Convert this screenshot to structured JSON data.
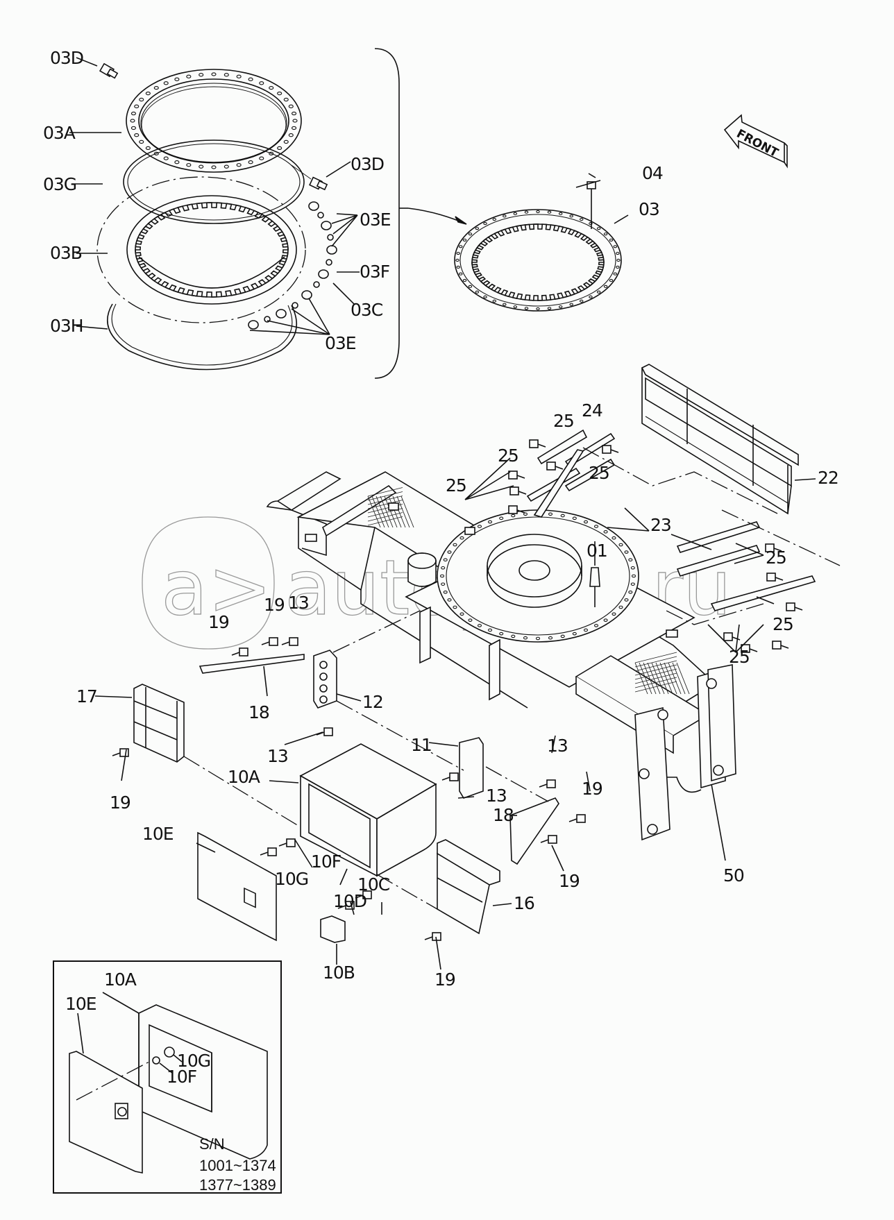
{
  "diagram": {
    "type": "exploded-parts-diagram",
    "subject": "Excavator undercarriage track frame with swing bearing",
    "background": "#fbfcfb",
    "line_color": "#111111"
  },
  "direction_indicator": {
    "text": "FRONT"
  },
  "watermark": {
    "text": "autopiter.ru",
    "prefix": "a>"
  },
  "callouts": {
    "c03D_top": "03D",
    "c03A": "03A",
    "c03G": "03G",
    "c03B": "03B",
    "c03H": "03H",
    "c03D_right": "03D",
    "c03E_top": "03E",
    "c03F": "03F",
    "c03C": "03C",
    "c03E_bottom": "03E",
    "c04": "04",
    "c03": "03",
    "c25_a": "25",
    "c24": "24",
    "c25_b": "25",
    "c25_c": "25",
    "c25_d": "25",
    "c22": "22",
    "c23": "23",
    "c01": "01",
    "c25_e": "25",
    "c25_f": "25",
    "c25_g": "25",
    "c19_a": "19",
    "c19_b": "19",
    "c13_a": "13",
    "c17": "17",
    "c18_a": "18",
    "c12": "12",
    "c19_c": "19",
    "c13_b": "13",
    "c10A": "10A",
    "c11": "11",
    "c13_c": "13",
    "c13_d": "13",
    "c19_d": "19",
    "c18_b": "18",
    "c50": "50",
    "c10E": "10E",
    "c10F": "10F",
    "c10G": "10G",
    "c10C": "10C",
    "c10D": "10D",
    "c19_e": "19",
    "c16": "16",
    "c10B": "10B",
    "c19_f": "19"
  },
  "inset": {
    "labels": {
      "c10A": "10A",
      "c10E": "10E",
      "c10G": "10G",
      "c10F": "10F"
    },
    "serial_label": "S/N",
    "serial_ranges": [
      "1001~1374",
      "1377~1389"
    ]
  }
}
